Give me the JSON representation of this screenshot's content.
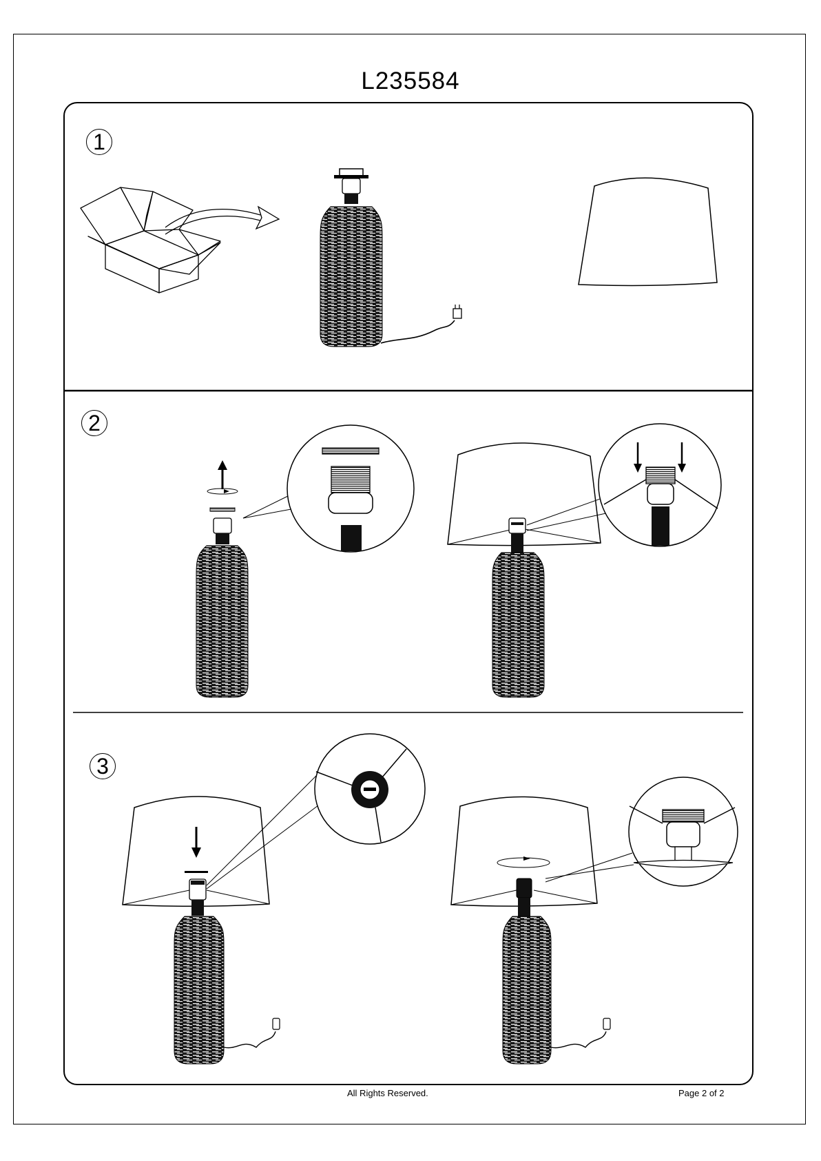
{
  "document": {
    "title": "L235584"
  },
  "steps": [
    {
      "number": "1"
    },
    {
      "number": "2"
    },
    {
      "number": "3"
    }
  ],
  "footer": {
    "rights": "All Rights Reserved.",
    "page": "Page 2 of 2"
  }
}
